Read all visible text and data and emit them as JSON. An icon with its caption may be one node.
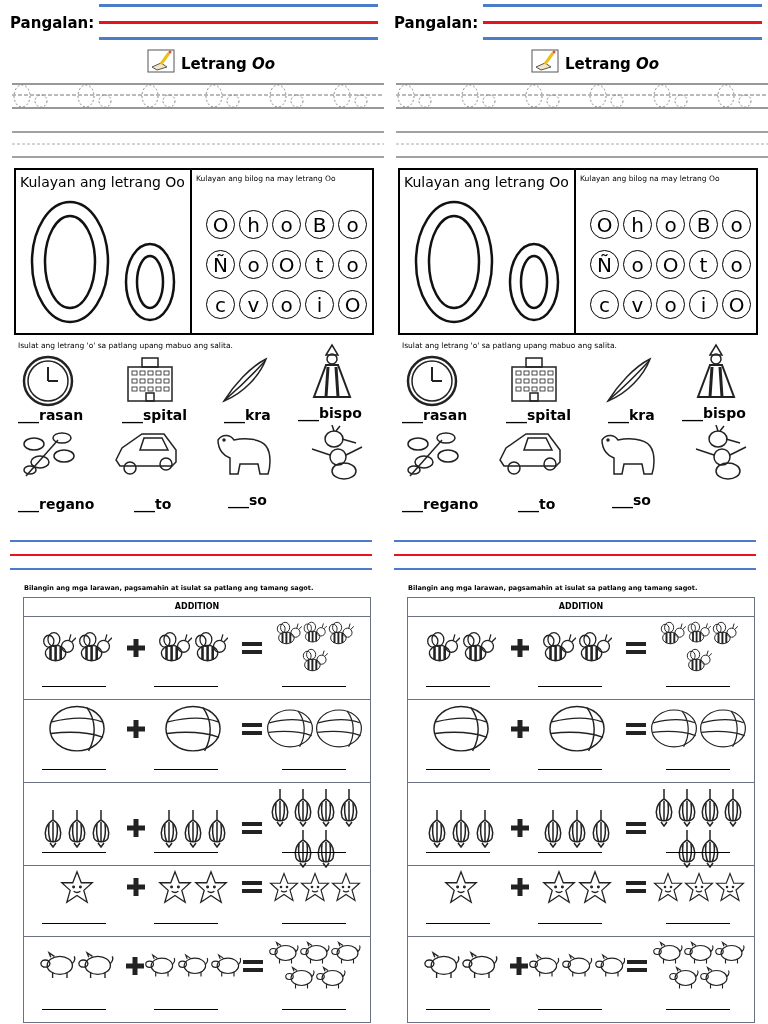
{
  "diagram": {
    "nodes": [
      {
        "text": [
          "Kulayan ang letrang Oo"
        ]
      },
      {
        "text": [
          "Kulayan ang bilog na may letrang Oo"
        ]
      },
      {
        "text": [
          "O"
        ],
        "in": 1
      },
      {
        "text": [
          "h"
        ],
        "in": 1
      },
      {
        "text": [
          "o"
        ],
        "in": 1
      },
      {
        "text": [
          "B"
        ],
        "in": 1
      },
      {
        "text": [
          "o"
        ],
        "in": 1
      },
      {
        "text": [
          "Ñ"
        ],
        "in": 1
      },
      {
        "text": [
          "o"
        ],
        "in": 1
      },
      {
        "text": [
          "O"
        ],
        "in": 1
      },
      {
        "text": [
          "t"
        ],
        "in": 1
      },
      {
        "text": [
          "o"
        ],
        "in": 1
      },
      {
        "text": [
          "c"
        ],
        "in": 1
      },
      {
        "text": [
          "v"
        ],
        "in": 1
      },
      {
        "text": [
          "o"
        ],
        "in": 1
      },
      {
        "text": [
          "i"
        ],
        "in": 1
      },
      {
        "text": [
          "O"
        ],
        "in": 1
      },
      {
        "text": [
          "ADDITION"
        ]
      },
      {
        "text": [
          "Kulayan ang letrang Oo"
        ]
      },
      {
        "text": [
          "Kulayan ang bilog na may letrang Oo"
        ]
      },
      {
        "text": [
          "O"
        ],
        "in": 19
      },
      {
        "text": [
          "h"
        ],
        "in": 19
      },
      {
        "text": [
          "o"
        ],
        "in": 19
      },
      {
        "text": [
          "B"
        ],
        "in": 19
      },
      {
        "text": [
          "o"
        ],
        "in": 19
      },
      {
        "text": [
          "Ñ"
        ],
        "in": 19
      },
      {
        "text": [
          "o"
        ],
        "in": 19
      },
      {
        "text": [
          "O"
        ],
        "in": 19
      },
      {
        "text": [
          "t"
        ],
        "in": 19
      },
      {
        "text": [
          "o"
        ],
        "in": 19
      },
      {
        "text": [
          "c"
        ],
        "in": 19
      },
      {
        "text": [
          "v"
        ],
        "in": 19
      },
      {
        "text": [
          "o"
        ],
        "in": 19
      },
      {
        "text": [
          "i"
        ],
        "in": 19
      },
      {
        "text": [
          "O"
        ],
        "in": 19
      },
      {
        "text": [
          "ADDITION"
        ]
      }
    ],
    "labels": [
      "Pangalan:",
      "Letrang *Oo*",
      "Isulat ang letrang 'o' sa patlang upang mabuo ang salita.",
      "___rasan",
      "___spital",
      "___kra",
      "___bispo",
      "___regano",
      "___to",
      "___so",
      "Bilangin ang mga larawan, pagsamahin at isulat sa patlang ang tamang sagot.",
      "Pangalan:",
      "Letrang *Oo*",
      "Isulat ang letrang 'o' sa patlang upang mabuo ang salita.",
      "___rasan",
      "___spital",
      "___kra",
      "___bispo",
      "___regano",
      "___to",
      "___so",
      "Bilangin ang mga larawan, pagsamahin at isulat sa patlang ang tamang sagot."
    ]
  }
}
